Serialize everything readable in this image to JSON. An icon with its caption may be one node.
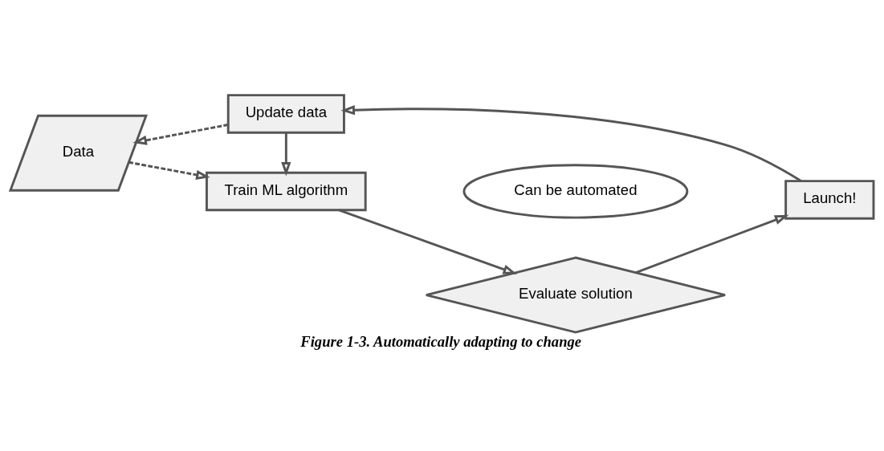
{
  "diagram": {
    "caption": "Figure 1-3. Automatically adapting to change",
    "nodes": [
      {
        "text": [
          "Data"
        ]
      },
      {
        "text": [
          "Update data"
        ]
      },
      {
        "text": [
          "Launch!"
        ]
      },
      {
        "text": [
          "Can be automated"
        ]
      },
      {
        "text": [
          "Train ML algorithm"
        ]
      },
      {
        "text": [
          "Evaluate solution"
        ]
      }
    ],
    "edges": [
      {
        "from": 2,
        "to": 1,
        "arrow": "to"
      },
      {
        "from": 1,
        "to": 0,
        "arrow": "to",
        "style": "dashed"
      },
      {
        "from": 0,
        "to": 4,
        "arrow": "to",
        "style": "dashed"
      },
      {
        "from": 1,
        "to": 4,
        "arrow": "to"
      },
      {
        "from": 4,
        "to": 5,
        "arrow": "to"
      },
      {
        "from": 5,
        "to": 2,
        "arrow": "to"
      }
    ]
  }
}
